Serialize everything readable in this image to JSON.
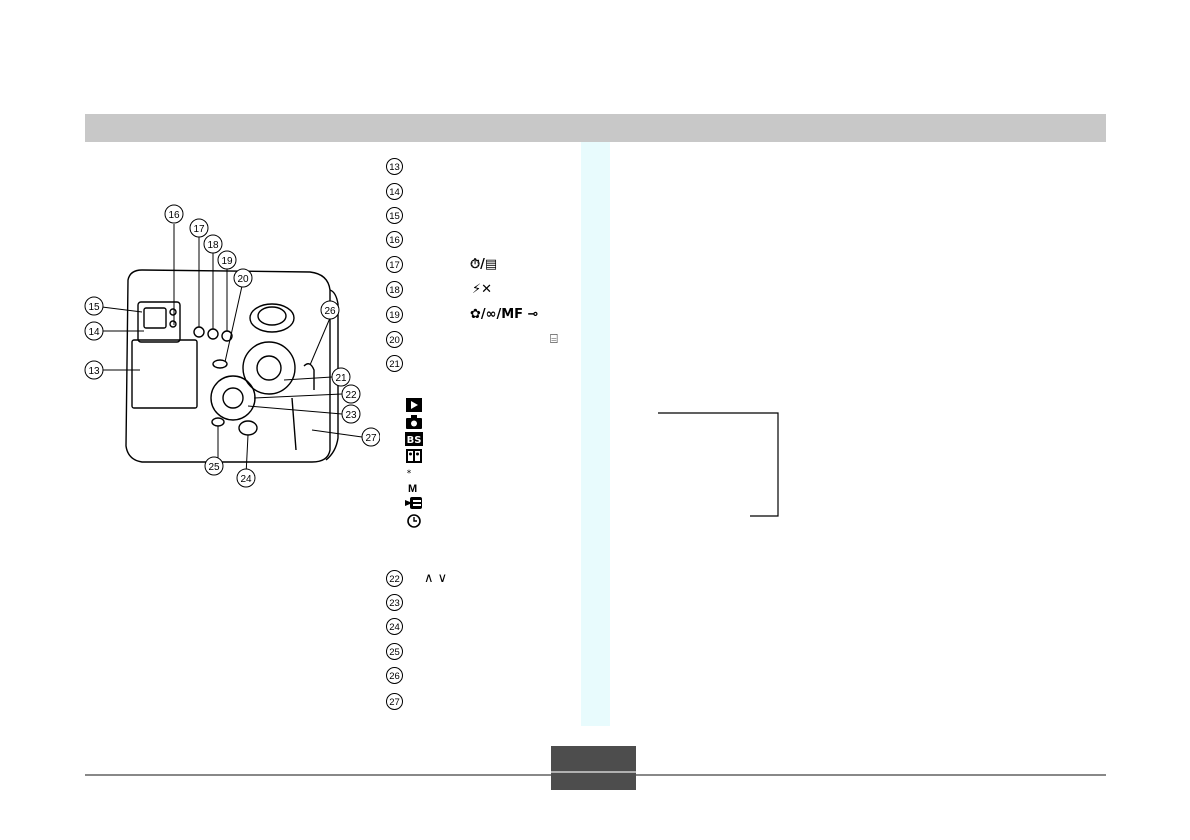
{
  "callouts": {
    "top": [
      "13",
      "14",
      "15",
      "16",
      "17",
      "18",
      "19",
      "20",
      "21"
    ],
    "bottom": [
      "22",
      "23",
      "24",
      "25",
      "26",
      "27"
    ]
  },
  "camera_labels": [
    "13",
    "14",
    "15",
    "16",
    "17",
    "18",
    "19",
    "20",
    "21",
    "22",
    "23",
    "24",
    "25",
    "26",
    "27"
  ],
  "symbols": {
    "row17": "⏱/▤",
    "row18": "⚡✕",
    "row19": "✿/∞/MF  ⊸",
    "row20": "⌸",
    "row22": "∧   ∨"
  },
  "mode_icons": [
    "play-mode-icon",
    "camera-mode-icon",
    "best-shot-mode-icon",
    "portrait-mode-icon",
    "night-scene-mode-icon",
    "movie-mode-icon",
    "clock-mode-icon"
  ],
  "mode_movie_prefix": "M"
}
